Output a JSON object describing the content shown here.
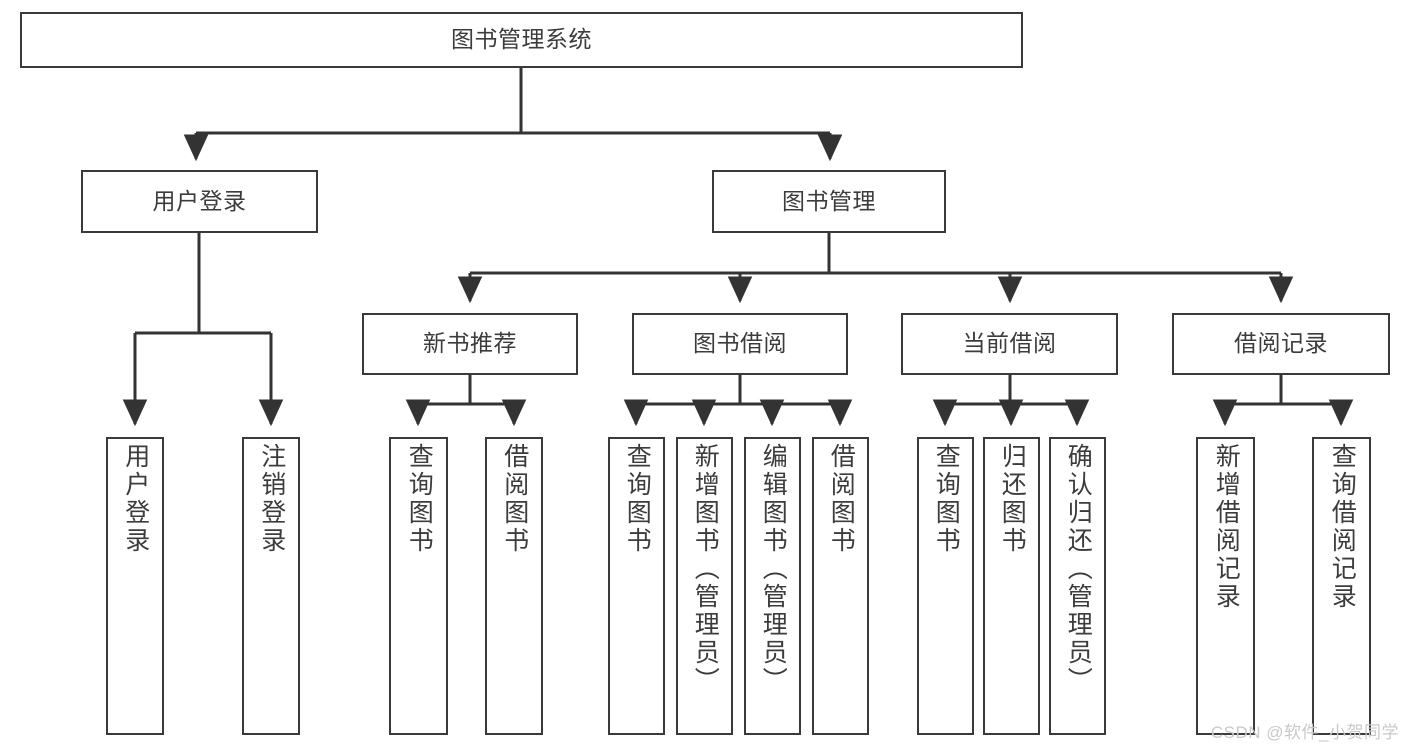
{
  "diagram": {
    "type": "tree-structure-chart",
    "title": "图书管理系统",
    "colors": {
      "box_border": "#3a3a3a",
      "box_fill": "#ffffff",
      "text": "#3c3c3c",
      "connector": "#333333",
      "watermark": "#c9c9c9",
      "background": "#ffffff"
    }
  },
  "root": {
    "label": "图书管理系统"
  },
  "level2": [
    {
      "label": "用户登录"
    },
    {
      "label": "图书管理"
    }
  ],
  "level3": [
    {
      "label": "新书推荐"
    },
    {
      "label": "图书借阅"
    },
    {
      "label": "当前借阅"
    },
    {
      "label": "借阅记录"
    }
  ],
  "leaves": {
    "user_login": [
      {
        "label": "用户登录"
      },
      {
        "label": "注销登录"
      }
    ],
    "new_book": [
      {
        "label": "查询图书"
      },
      {
        "label": "借阅图书"
      }
    ],
    "book_borrow": [
      {
        "label": "查询图书"
      },
      {
        "label": "新增图书（管理员）"
      },
      {
        "label": "编辑图书（管理员）"
      },
      {
        "label": "借阅图书"
      }
    ],
    "current_borrow": [
      {
        "label": "查询图书"
      },
      {
        "label": "归还图书"
      },
      {
        "label": "确认归还（管理员）"
      }
    ],
    "borrow_record": [
      {
        "label": "新增借阅记录"
      },
      {
        "label": "查询借阅记录"
      }
    ]
  },
  "watermark": {
    "text": "CSDN @软件_小贺同学"
  }
}
